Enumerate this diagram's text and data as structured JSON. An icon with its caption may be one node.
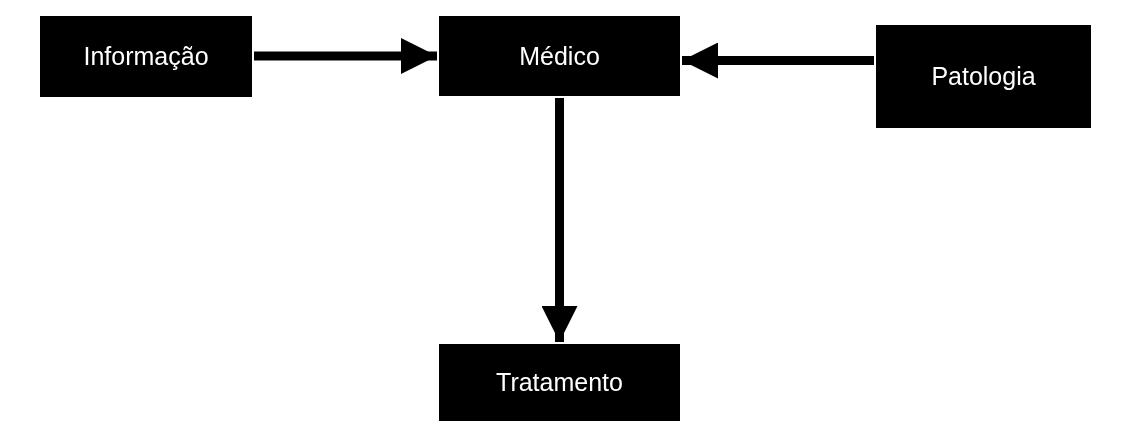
{
  "diagram": {
    "nodes": [
      {
        "text": [
          "Informação"
        ]
      },
      {
        "text": [
          "Médico"
        ]
      },
      {
        "text": [
          "Patologia"
        ]
      },
      {
        "text": [
          "Tratamento"
        ]
      }
    ],
    "edges": [
      {
        "from": 0,
        "to": 1,
        "arrow": "to"
      },
      {
        "from": 2,
        "to": 1,
        "arrow": "to"
      },
      {
        "from": 1,
        "to": 3,
        "arrow": "to"
      }
    ]
  }
}
